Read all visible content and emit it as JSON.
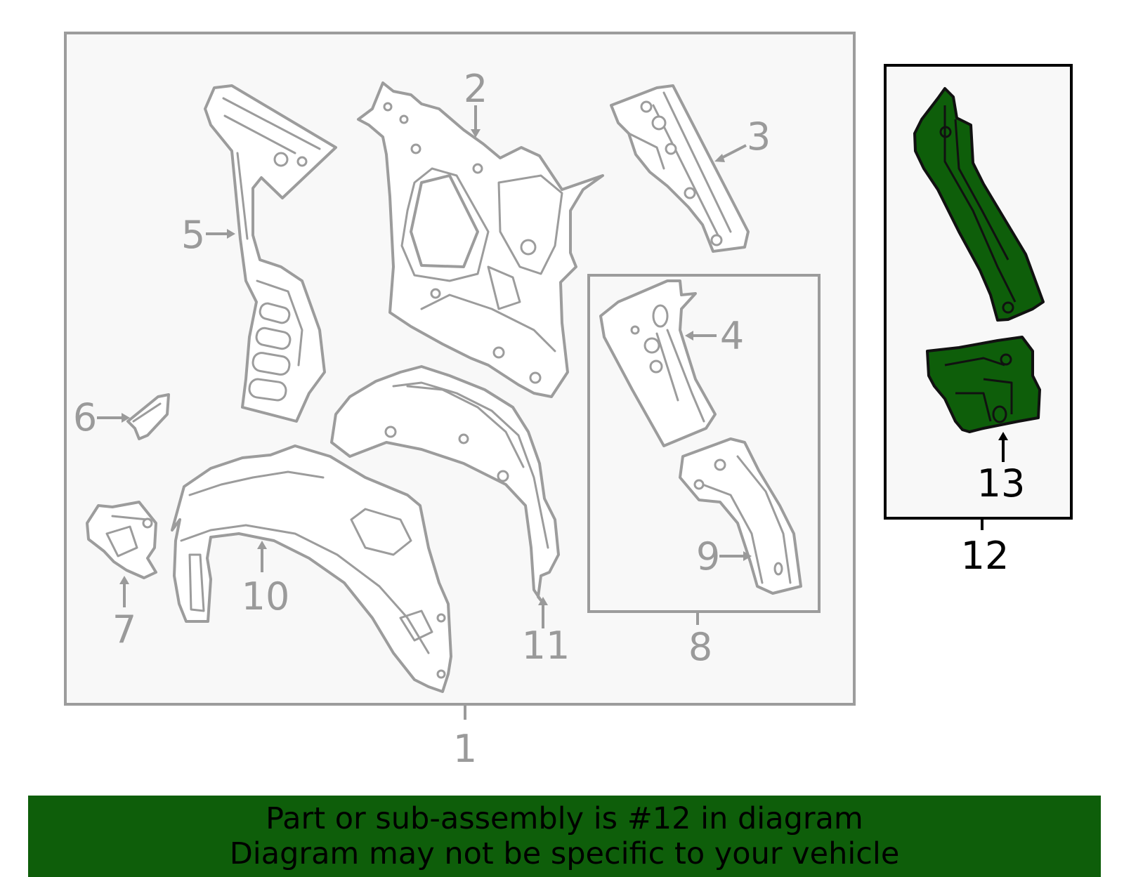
{
  "colors": {
    "assembly_frame": "#9c9c9c",
    "assembly_fill": "#f8f8f8",
    "highlight_part": "#0e5e0a",
    "highlight_frame": "#000000",
    "banner": "#0e5e0a"
  },
  "callouts": {
    "c1": "1",
    "c2": "2",
    "c3": "3",
    "c4": "4",
    "c5": "5",
    "c6": "6",
    "c7": "7",
    "c8": "8",
    "c9": "9",
    "c10": "10",
    "c11": "11",
    "c12": "12",
    "c13": "13"
  },
  "highlighted_callout": "12",
  "banner": {
    "line1": "Part or sub-assembly is #12 in diagram",
    "line2": "Diagram may not be specific to your vehicle"
  }
}
